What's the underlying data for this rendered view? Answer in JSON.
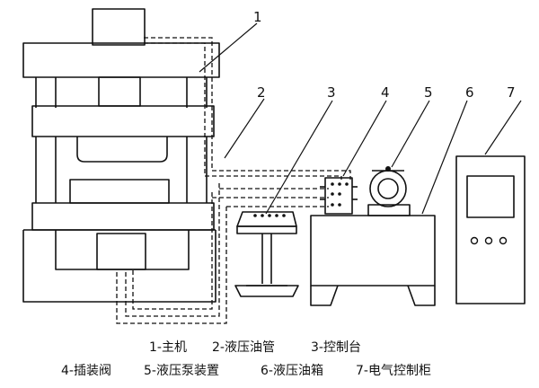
{
  "callouts": [
    "1",
    "2",
    "3",
    "4",
    "5",
    "6",
    "7"
  ],
  "legend": {
    "line1": [
      "1-主机",
      "2-液压油管",
      "3-控制台"
    ],
    "line2": [
      "4-插装阀",
      "5-液压泵装置",
      "6-液压油箱",
      "7-电气控制柜"
    ]
  }
}
